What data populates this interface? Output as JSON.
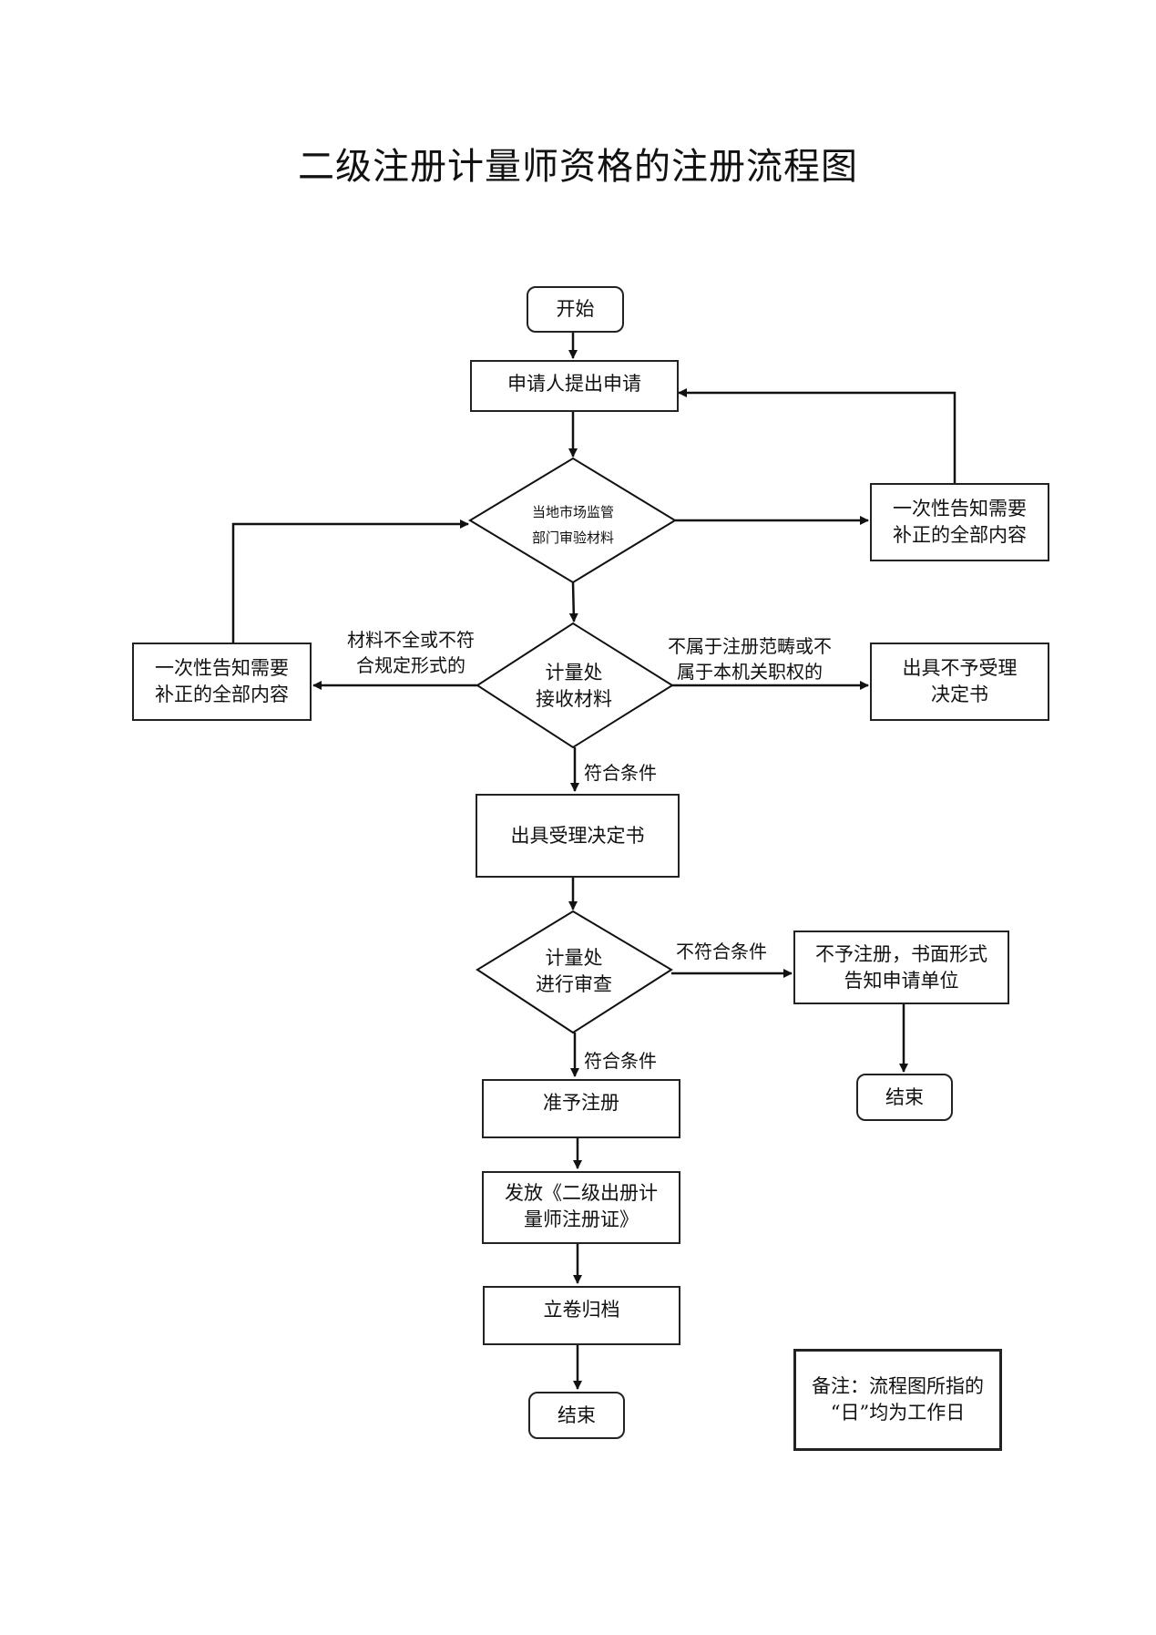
{
  "title": "二级注册计量师资格的注册流程图",
  "nodes": {
    "start": "开始",
    "apply": "申请人提出申请",
    "review_local": [
      "当地市场监管",
      "部门审验材料"
    ],
    "notify_right": [
      "一次性告知需要",
      "补正的全部内容"
    ],
    "notify_left": [
      "一次性告知需要",
      "补正的全部内容"
    ],
    "receive": [
      "计量处",
      "接收材料"
    ],
    "reject_accept": [
      "出具不予受理",
      "决定书"
    ],
    "accept_decision": "出具受理决定书",
    "examine": [
      "计量处",
      "进行审查"
    ],
    "reject_register": [
      "不予注册，书面形式",
      "告知申请单位"
    ],
    "end_right": "结束",
    "approve": "准予注册",
    "issue_cert": [
      "发放《二级出册计",
      "量师注册证》"
    ],
    "archive": "立卷归档",
    "end_main": "结束",
    "note": [
      "备注：流程图所指的",
      "“日”均为工作日"
    ]
  },
  "edge_labels": {
    "incomplete": [
      "材料不全或不符",
      "合规定形式的"
    ],
    "out_of_scope": [
      "不属于注册范畴或不",
      "属于本机关职权的"
    ],
    "qualified_1": "符合条件",
    "unqualified": "不符合条件",
    "qualified_2": "符合条件"
  }
}
